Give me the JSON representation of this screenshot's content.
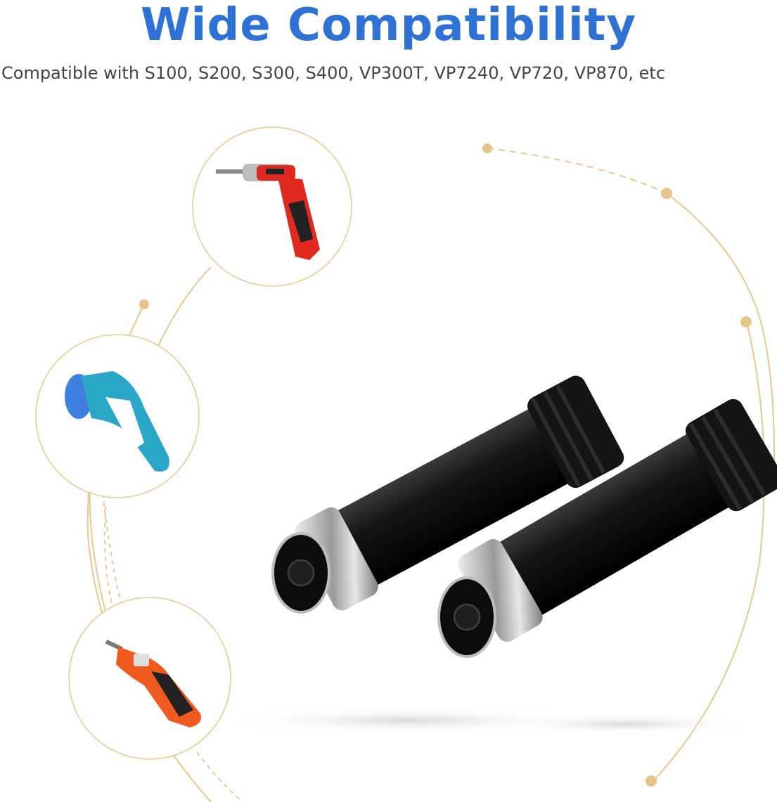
{
  "header": {
    "title": "Wide Compatibility",
    "subtitle": "Compatible with S100, S200, S300, S400, VP300T, VP7240, VP720, VP870, etc"
  },
  "colors": {
    "title_blue": "#2f72d6",
    "gold_line": "#e9c88a",
    "gold_dot": "#e6c48c",
    "battery_black": "#111111"
  },
  "products": {
    "items": [
      {
        "name": "red-cordless-screwdriver"
      },
      {
        "name": "blue-scrubber"
      },
      {
        "name": "orange-screwdriver"
      }
    ],
    "main": "two-replacement-batteries"
  }
}
